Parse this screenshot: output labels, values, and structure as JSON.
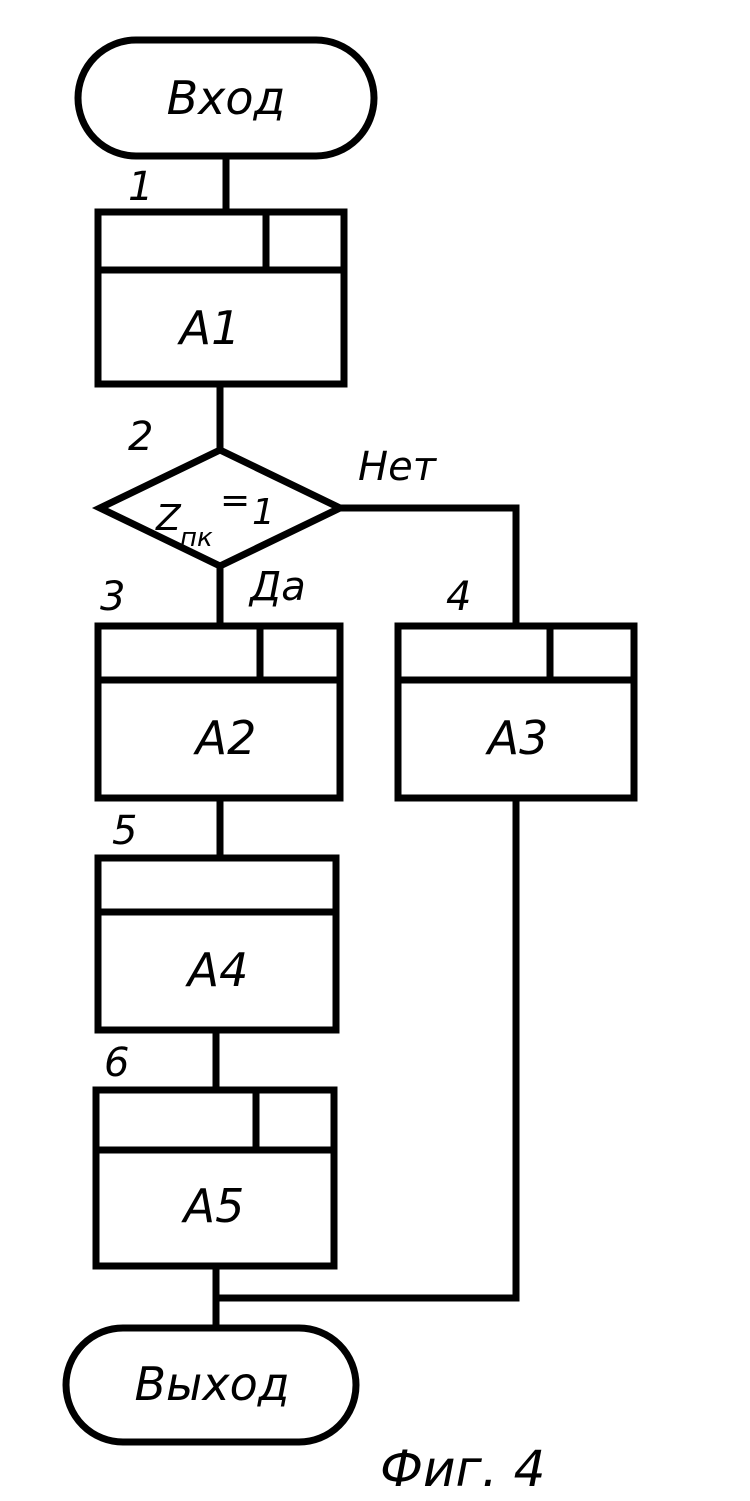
{
  "terminals": {
    "start": "Вход",
    "end": "Выход"
  },
  "blocks": [
    {
      "number": "1",
      "label": "A1"
    },
    {
      "number": "3",
      "label": "A2"
    },
    {
      "number": "4",
      "label": "A3"
    },
    {
      "number": "5",
      "label": "A4"
    },
    {
      "number": "6",
      "label": "A5"
    }
  ],
  "decision": {
    "number": "2",
    "condition_var": "Z",
    "condition_sub": "пк",
    "condition_op": "=",
    "condition_val": "1",
    "yes_label": "Да",
    "no_label": "Нет"
  },
  "caption": "Фиг. 4"
}
